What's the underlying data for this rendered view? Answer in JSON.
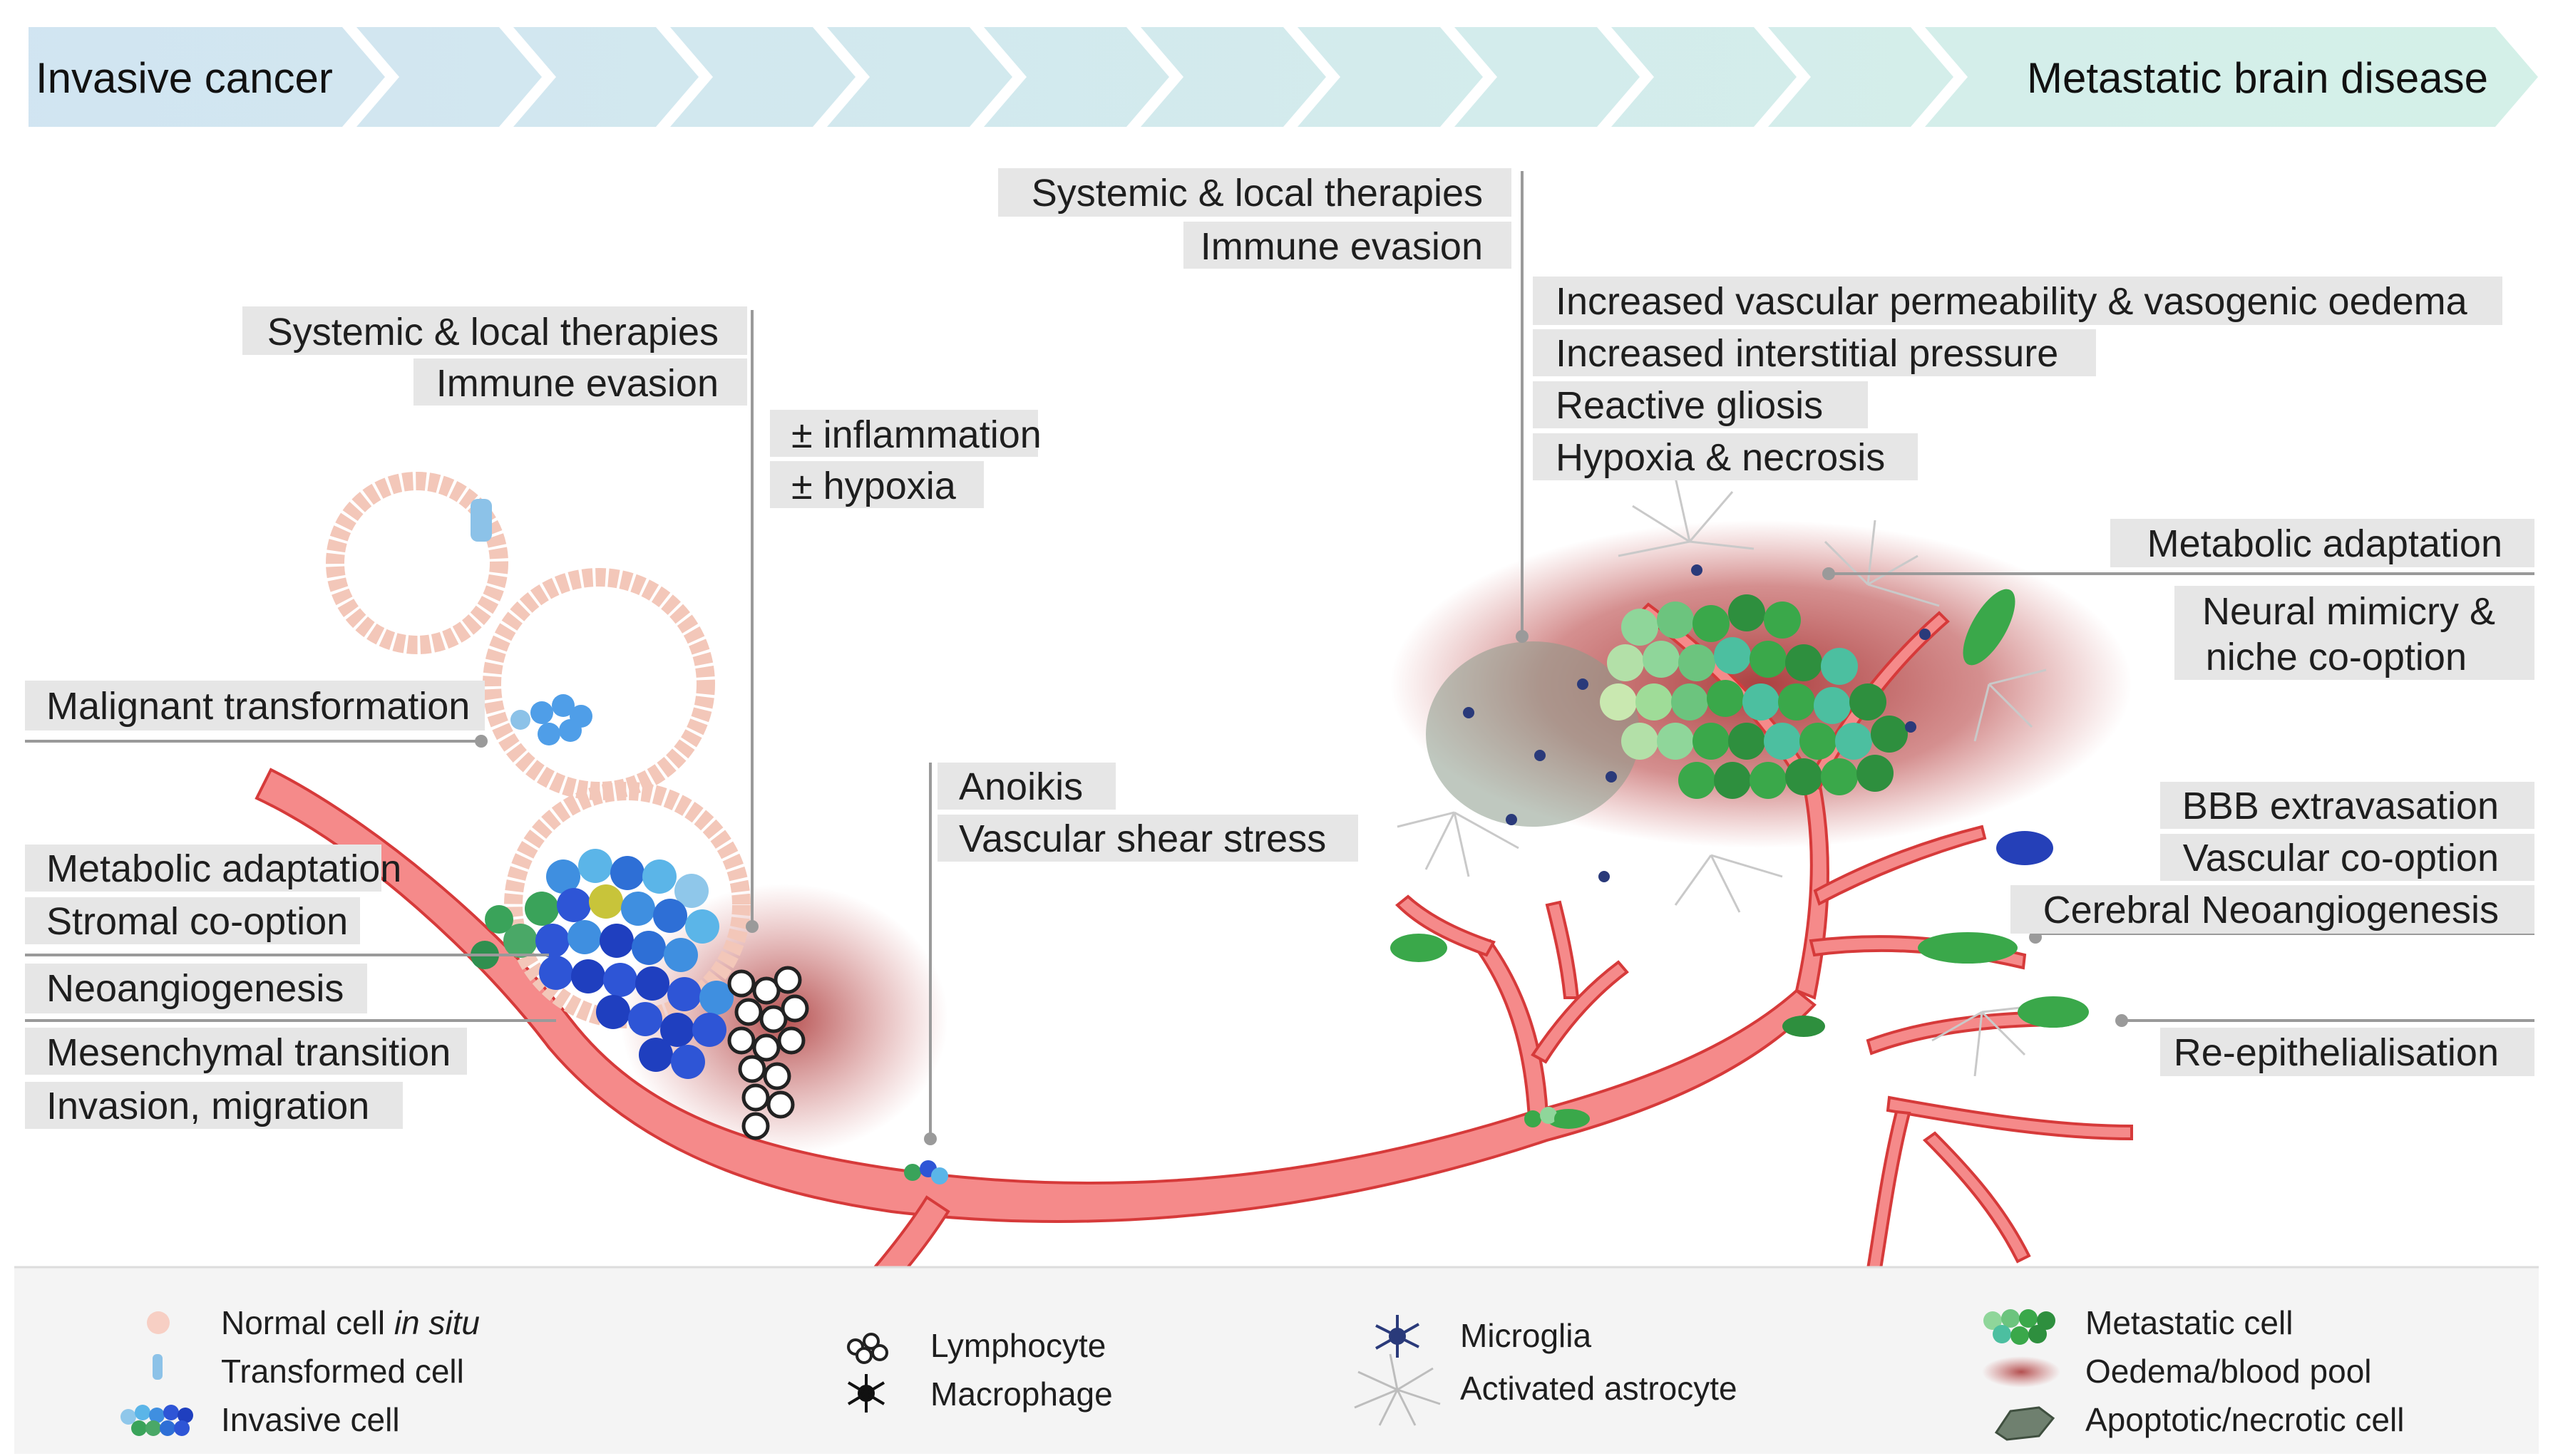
{
  "header": {
    "left": "Invasive cancer",
    "right": "Metastatic brain disease"
  },
  "labels": {
    "systemic_left": "Systemic & local therapies",
    "immune_left": "Immune evasion",
    "inflammation": "± inflammation",
    "hypoxia": "± hypoxia",
    "malignant": "Malignant transformation",
    "metabolic_left": "Metabolic adaptation",
    "stromal": "Stromal co-option",
    "neoangio": "Neoangiogenesis",
    "mesenchymal": "Mesenchymal transition",
    "invasion": "Invasion, migration",
    "anoikis": "Anoikis",
    "shear": "Vascular shear stress",
    "systemic_top": "Systemic & local therapies",
    "immune_top": "Immune evasion",
    "permeability": "Increased vascular permeability & vasogenic oedema",
    "interstitial": "Increased interstitial pressure",
    "gliosis": "Reactive gliosis",
    "necrosis": "Hypoxia & necrosis",
    "metabolic_right": "Metabolic adaptation",
    "neural1": "Neural mimicry &",
    "neural2": "niche co-option",
    "bbb": "BBB extravasation",
    "vascular_coopt": "Vascular co-option",
    "cerebral": "Cerebral Neoangiogenesis",
    "reepi": "Re-epithelialisation"
  },
  "legend": {
    "normal_cell": "Normal cell",
    "normal_cell_italic": "in situ",
    "transformed": "Transformed cell",
    "invasive": "Invasive cell",
    "lymphocyte": "Lymphocyte",
    "macrophage": "Macrophage",
    "microglia": "Microglia",
    "astrocyte": "Activated astrocyte",
    "metastatic": "Metastatic cell",
    "oedema": "Oedema/blood pool",
    "apoptotic": "Apoptotic/necrotic cell"
  },
  "colors": {
    "vessel": "#f26b6b",
    "vessel_stroke": "#d63a3a",
    "normal_cell": "#f7cfc4",
    "invasive": "#3b5bd6",
    "metastatic": "#3aa84a",
    "oedema": "#a82a2a",
    "header_arrow": "#cfe6f0"
  }
}
